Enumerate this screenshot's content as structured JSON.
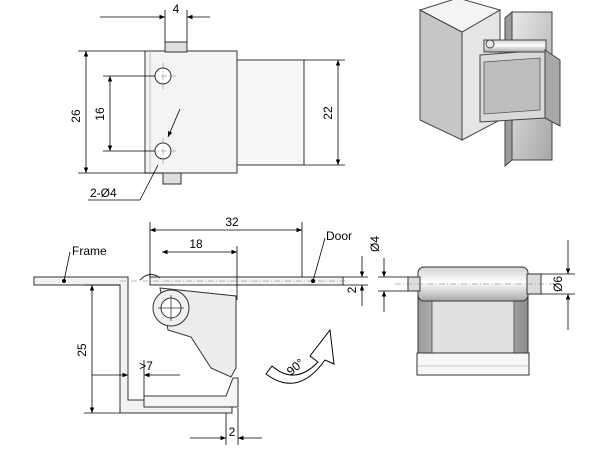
{
  "dimensions": {
    "top_width": "4",
    "overall_height": "26",
    "hole_spacing": "16",
    "body_height": "22",
    "hole_callout": "2-Ø4",
    "length_32": "32",
    "length_18": "18",
    "thickness": "2",
    "frame_depth": "25",
    "clearance": ">7",
    "offset_bottom": "2",
    "pin_dia": "Ø4",
    "barrel_dia": "Ø6"
  },
  "labels": {
    "frame": "Frame",
    "door": "Door",
    "rotation": "90°"
  },
  "colors": {
    "metal_light": "#f2f2f2",
    "metal_mid": "#c8c8c8",
    "metal_dark": "#8a8a8a",
    "line": "#000000"
  }
}
